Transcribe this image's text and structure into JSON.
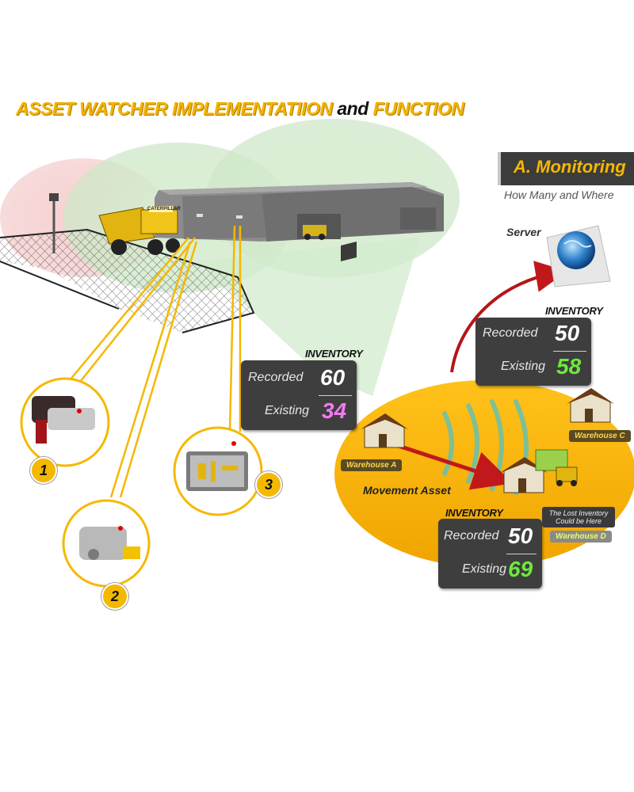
{
  "title": {
    "part1": "ASSET WATCHER IMPLEMENTATIION",
    "part2": "and",
    "part3": "FUNCTION"
  },
  "monitoring": {
    "title": "A. Monitoring",
    "subtitle": "How Many and Where"
  },
  "server": {
    "label": "Server"
  },
  "inventories": [
    {
      "heading": "INVENTORY",
      "recorded_label": "Recorded",
      "recorded": "60",
      "existing_label": "Existing",
      "existing": "34",
      "existing_color": "#f07cf0"
    },
    {
      "heading": "INVENTORY",
      "recorded_label": "Recorded",
      "recorded": "50",
      "existing_label": "Existing",
      "existing": "58",
      "existing_color": "#6dea3c"
    },
    {
      "heading": "INVENTORY",
      "recorded_label": "Recorded",
      "recorded": "50",
      "existing_label": "Existing",
      "existing": "69",
      "existing_color": "#6dea3c"
    }
  ],
  "warehouses": {
    "a": "Warehouse A",
    "c": "Warehouse C",
    "d": "Warehouse D"
  },
  "movement_label": "Movement Asset",
  "lost_note": {
    "line1": "The Lost Inventory",
    "line2": "Could be Here"
  },
  "badges": [
    "1",
    "2",
    "3"
  ],
  "truck_sign": "CATERPILLAR",
  "colors": {
    "accent_yellow": "#f5b800",
    "panel_dark": "#3e3e3e",
    "zone_green": "#cfe9c9",
    "zone_red": "#f3c6c6",
    "arrow_red": "#c0181b"
  }
}
